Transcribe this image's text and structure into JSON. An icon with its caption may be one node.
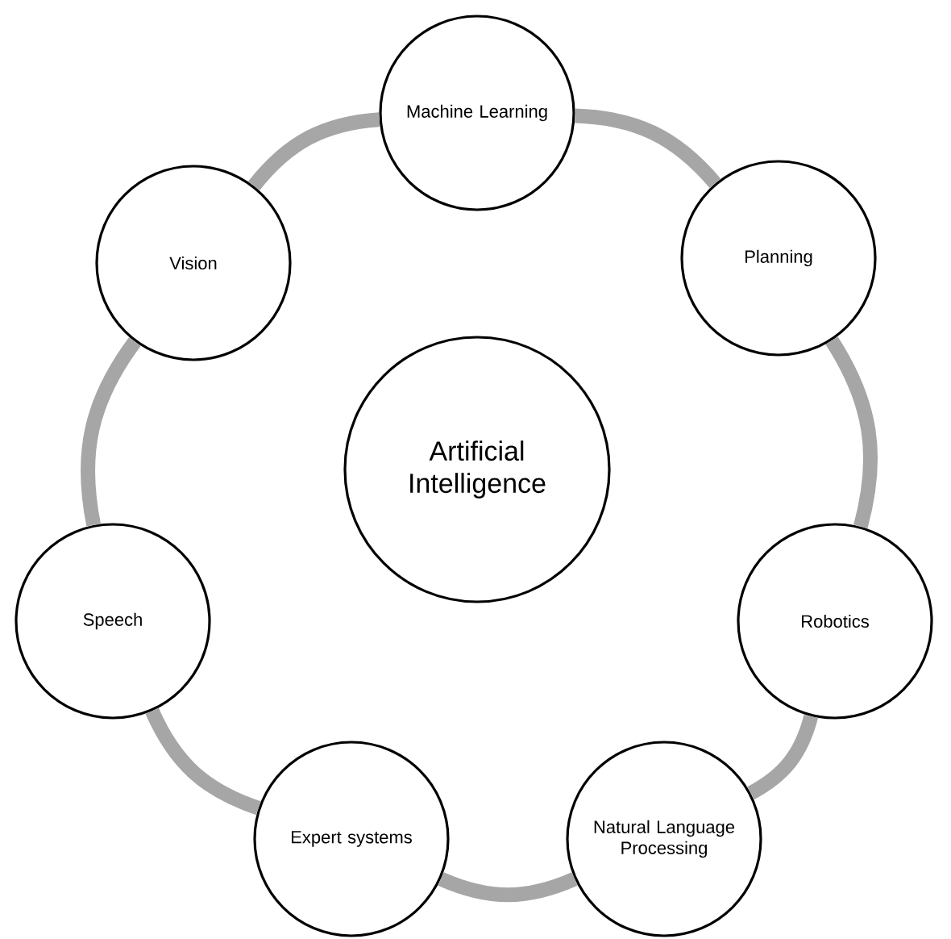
{
  "diagram": {
    "nodes": [
      {
        "text": [
          "Artificial Intelligence"
        ]
      },
      {
        "text": [
          "Machine Learning"
        ]
      },
      {
        "text": [
          "Planning"
        ]
      },
      {
        "text": [
          "Robotics"
        ]
      },
      {
        "text": [
          "Natural Language Processing"
        ]
      },
      {
        "text": [
          "Expert systems"
        ]
      },
      {
        "text": [
          "Speech"
        ]
      },
      {
        "text": [
          "Vision"
        ]
      }
    ],
    "edges": [
      {
        "from": 1,
        "to": 2,
        "arrow": "none"
      },
      {
        "from": 2,
        "to": 3,
        "arrow": "none"
      },
      {
        "from": 3,
        "to": 4,
        "arrow": "none"
      },
      {
        "from": 4,
        "to": 5,
        "arrow": "none"
      },
      {
        "from": 5,
        "to": 6,
        "arrow": "none"
      },
      {
        "from": 6,
        "to": 7,
        "arrow": "none"
      },
      {
        "from": 7,
        "to": 1,
        "arrow": "none"
      }
    ]
  }
}
